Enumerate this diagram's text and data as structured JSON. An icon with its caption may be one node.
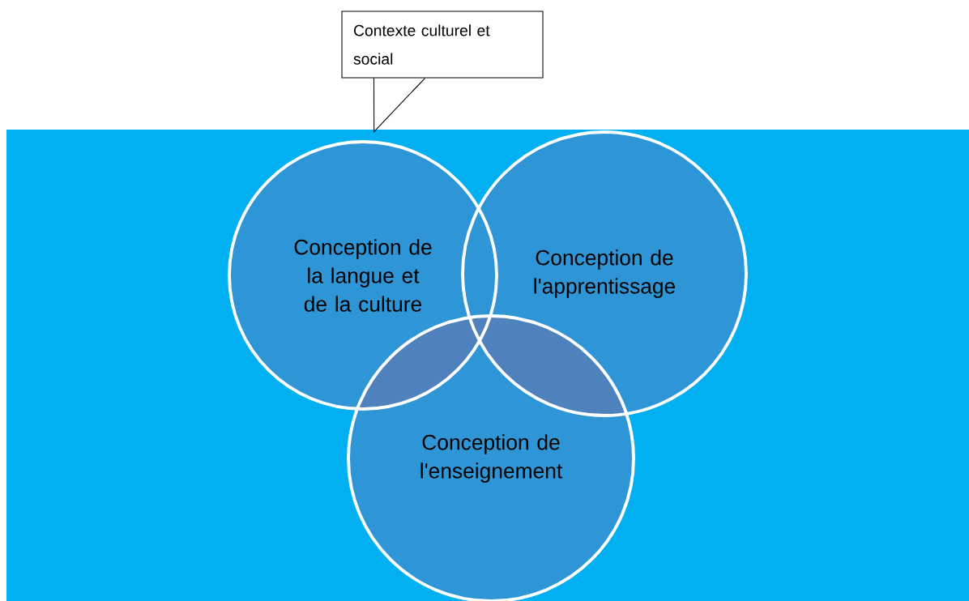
{
  "diagram": {
    "nodes": [
      {
        "text": [
          "Contexte culturel et social"
        ]
      },
      {
        "text": [],
        "shape": "box"
      },
      {
        "text": [
          "Conception de la langue et de la culture"
        ],
        "in": 1
      },
      {
        "text": [
          "Conception de l'apprentissage"
        ],
        "in": 1
      },
      {
        "text": [
          "Conception de l'enseignement"
        ],
        "in": 1
      }
    ],
    "edges": [
      {
        "from": 0,
        "to": 1,
        "arrow": "none"
      }
    ]
  }
}
